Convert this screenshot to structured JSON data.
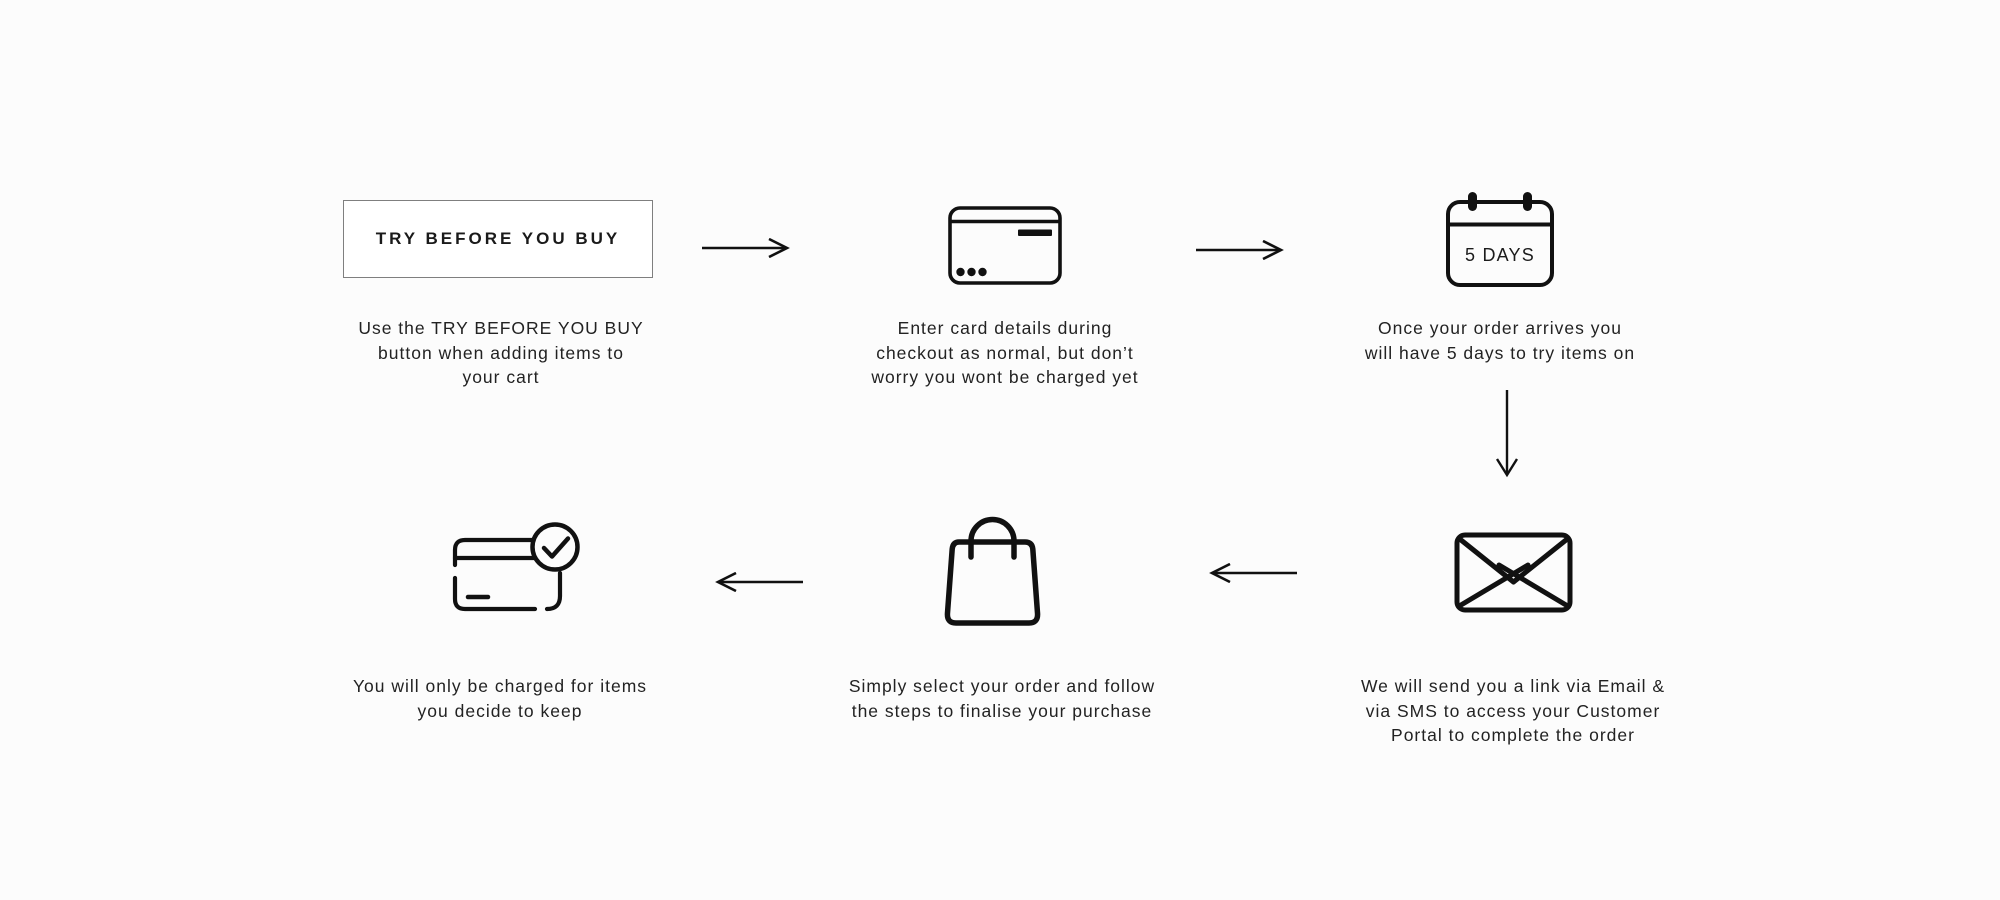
{
  "page": {
    "background": "#fcfcfc",
    "ink": "#111111",
    "text_color": "#222222",
    "button_border_color": "#7f7f7f"
  },
  "steps": [
    {
      "name": "try-button",
      "button_label": "TRY BEFORE YOU BUY",
      "caption": "Use the  TRY BEFORE YOU BUY\nbutton when adding items to\nyour cart"
    },
    {
      "name": "card-details",
      "icon": "credit-card-icon",
      "caption": "Enter card details during\ncheckout as normal, but don’t\nworry you wont be charged yet"
    },
    {
      "name": "five-days-trial",
      "icon": "calendar-icon",
      "calendar_label": "5 DAYS",
      "caption": "Once your order arrives you\nwill have 5 days to try items on"
    },
    {
      "name": "customer-portal-link",
      "icon": "envelope-icon",
      "caption": "We will send you a link via Email &\nvia SMS  to access your Customer\nPortal to complete the order"
    },
    {
      "name": "finalise-purchase",
      "icon": "shopping-bag-icon",
      "caption": "Simply select your order and follow\nthe steps to finalise your purchase"
    },
    {
      "name": "charged-for-kept-items",
      "icon": "credit-card-check-icon",
      "caption": "You will only be charged for items\nyou decide to keep"
    }
  ]
}
